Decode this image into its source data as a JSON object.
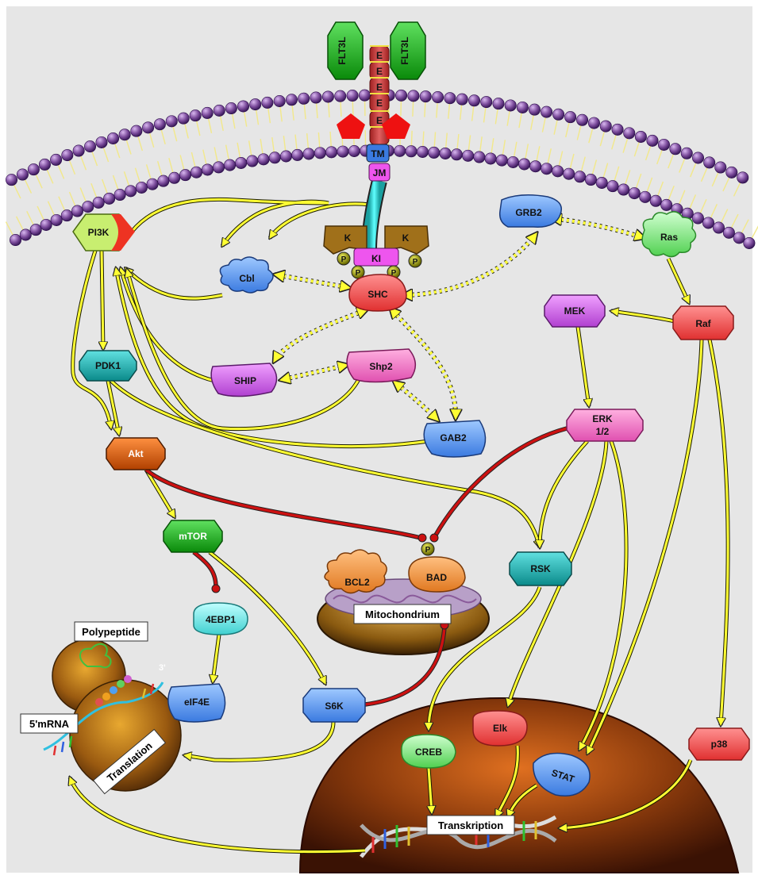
{
  "receptor": {
    "ligand": "FLT3L",
    "ecd_segment": "E",
    "tm": "TM",
    "jm": "JM",
    "kinase": "K",
    "ki": "KI",
    "phospho": "P"
  },
  "nodes": {
    "pi3k": "PI3K",
    "grb2": "GRB2",
    "ras": "Ras",
    "cbl": "Cbl",
    "shc": "SHC",
    "mek": "MEK",
    "raf": "Raf",
    "pdk1": "PDK1",
    "ship": "SHIP",
    "shp2": "Shp2",
    "erk": "ERK 1/2",
    "gab2": "GAB2",
    "akt": "Akt",
    "mtor": "mTOR",
    "rsk": "RSK",
    "bcl2": "BCL2",
    "bad": "BAD",
    "fourebp1": "4EBP1",
    "eif4e": "eIF4E",
    "s6k": "S6K",
    "elk": "Elk",
    "creb": "CREB",
    "stat": "STAT",
    "p38": "p38"
  },
  "labels": {
    "mitochondrium": "Mitochondrium",
    "polypeptide": "Polypeptide",
    "mrna": "5'mRNA",
    "translation": "Translation",
    "transkription": "Transkription",
    "three_prime": "3'"
  },
  "colors": {
    "background": "#e6e6e6",
    "membrane_head": "#7a4a9a",
    "membrane_tail": "#f2e88a",
    "arrow": "#ffff33",
    "inhibit": "#cc1111",
    "nucleus": "#8a3a0c"
  }
}
